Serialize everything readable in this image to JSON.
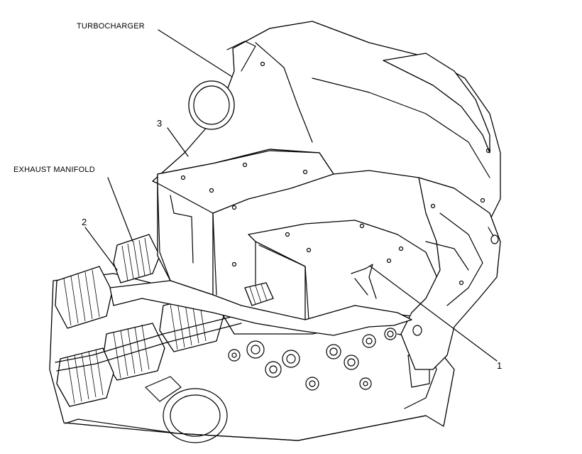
{
  "labels": {
    "turbocharger": "TURBOCHARGER",
    "exhaust_manifold": "EXHAUST MANIFOLD"
  },
  "callouts": {
    "c1": "1",
    "c2": "2",
    "c3": "3"
  }
}
